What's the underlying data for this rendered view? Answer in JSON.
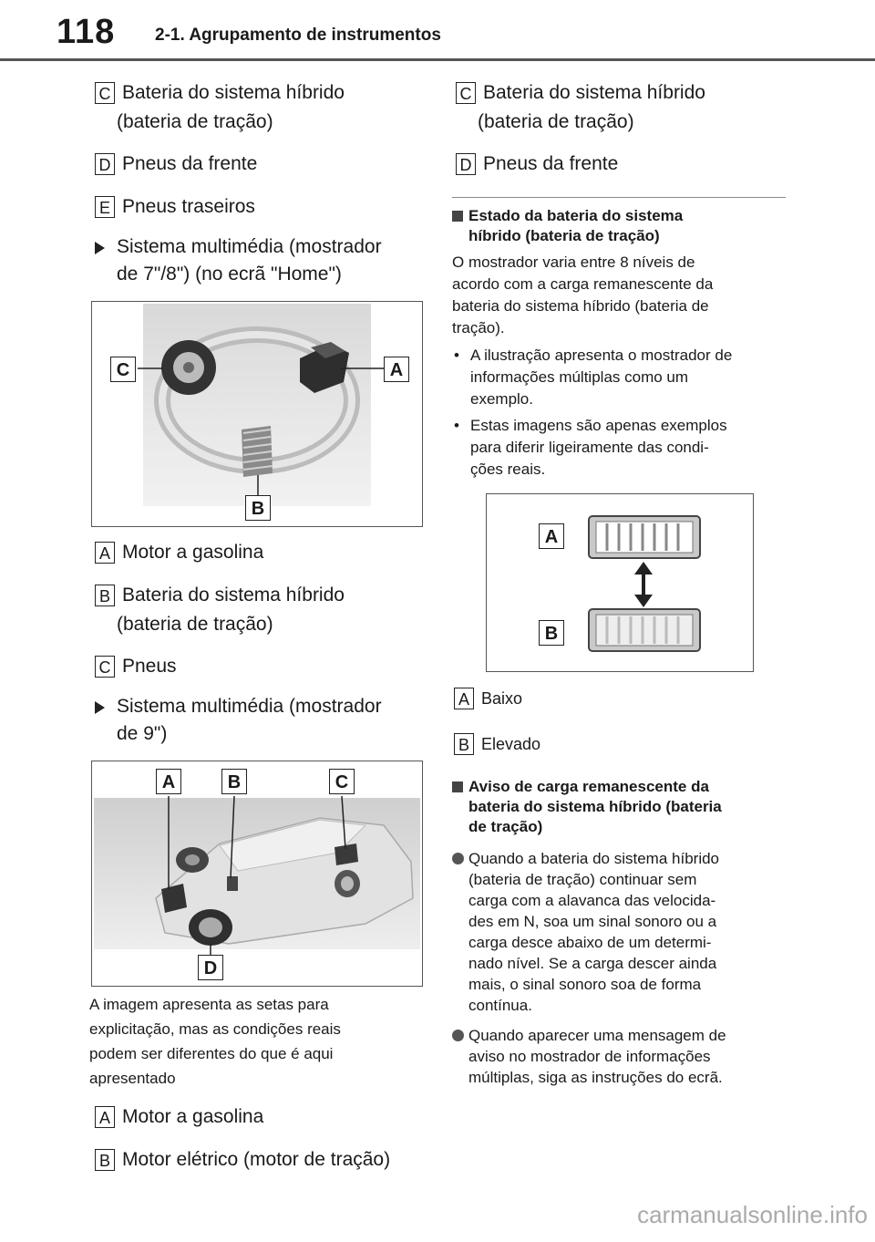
{
  "header": {
    "page_number": "118",
    "section": "2-1. Agrupamento de instrumentos"
  },
  "left": {
    "top_items": [
      {
        "badge": "C",
        "line1": "Bateria do sistema híbrido",
        "line2": "(bateria de tração)"
      },
      {
        "badge": "D",
        "line1": "Pneus da frente"
      },
      {
        "badge": "E",
        "line1": "Pneus traseiros"
      }
    ],
    "section1": {
      "line1": "Sistema multimédia (mostrador",
      "line2": "de 7\"/8\") (no ecrã \"Home\")"
    },
    "fig1_labels": {
      "c": "C",
      "a": "A",
      "b": "B"
    },
    "mid_items": [
      {
        "badge": "A",
        "line1": "Motor a gasolina"
      },
      {
        "badge": "B",
        "line1": "Bateria do sistema híbrido",
        "line2": "(bateria de tração)"
      },
      {
        "badge": "C",
        "line1": "Pneus"
      }
    ],
    "section2": {
      "line1": "Sistema multimédia (mostrador",
      "line2": "de 9\")"
    },
    "fig2_labels": {
      "a": "A",
      "b": "B",
      "c": "C",
      "d": "D"
    },
    "note": [
      "A imagem apresenta as setas para",
      "explicitação, mas as condições reais",
      "podem ser diferentes do que é aqui",
      "apresentado"
    ],
    "bottom_items": [
      {
        "badge": "A",
        "line1": "Motor a gasolina"
      },
      {
        "badge": "B",
        "line1": "Motor elétrico (motor de tração)"
      }
    ]
  },
  "right": {
    "top_items": [
      {
        "badge": "C",
        "line1": "Bateria do sistema híbrido",
        "line2": "(bateria de tração)"
      },
      {
        "badge": "D",
        "line1": "Pneus da frente"
      }
    ],
    "heading1": {
      "line1": "Estado da bateria do sistema",
      "line2": "híbrido (bateria de tração)"
    },
    "para1": [
      "O mostrador varia entre 8 níveis de",
      "acordo com a carga remanescente da",
      "bateria do sistema híbrido (bateria de",
      "tração)."
    ],
    "bullets": [
      {
        "lines": [
          "A ilustração apresenta o mostrador de",
          "informações múltiplas como um",
          "exemplo."
        ]
      },
      {
        "lines": [
          "Estas imagens são apenas exemplos",
          "para diferir ligeiramente das condi-",
          "ções reais."
        ]
      }
    ],
    "fig3_labels": {
      "a": "A",
      "b": "B"
    },
    "small_items": [
      {
        "badge": "A",
        "text": "Baixo"
      },
      {
        "badge": "B",
        "text": "Elevado"
      }
    ],
    "heading2": {
      "line1": "Aviso de carga remanescente da",
      "line2": "bateria do sistema híbrido (bateria",
      "line3": "de tração)"
    },
    "circles": [
      {
        "lines": [
          "Quando a bateria do sistema híbrido",
          "(bateria de tração) continuar sem",
          "carga com a alavanca das velocida-",
          "des em N, soa um sinal sonoro ou a",
          "carga desce abaixo de um determi-",
          "nado nível. Se a carga descer ainda",
          "mais, o sinal sonoro soa de forma",
          "contínua."
        ]
      },
      {
        "lines": [
          "Quando aparecer uma mensagem de",
          "aviso no mostrador de informações",
          "múltiplas, siga as instruções do ecrã."
        ]
      }
    ]
  },
  "watermark": "carmanualsonline.info"
}
